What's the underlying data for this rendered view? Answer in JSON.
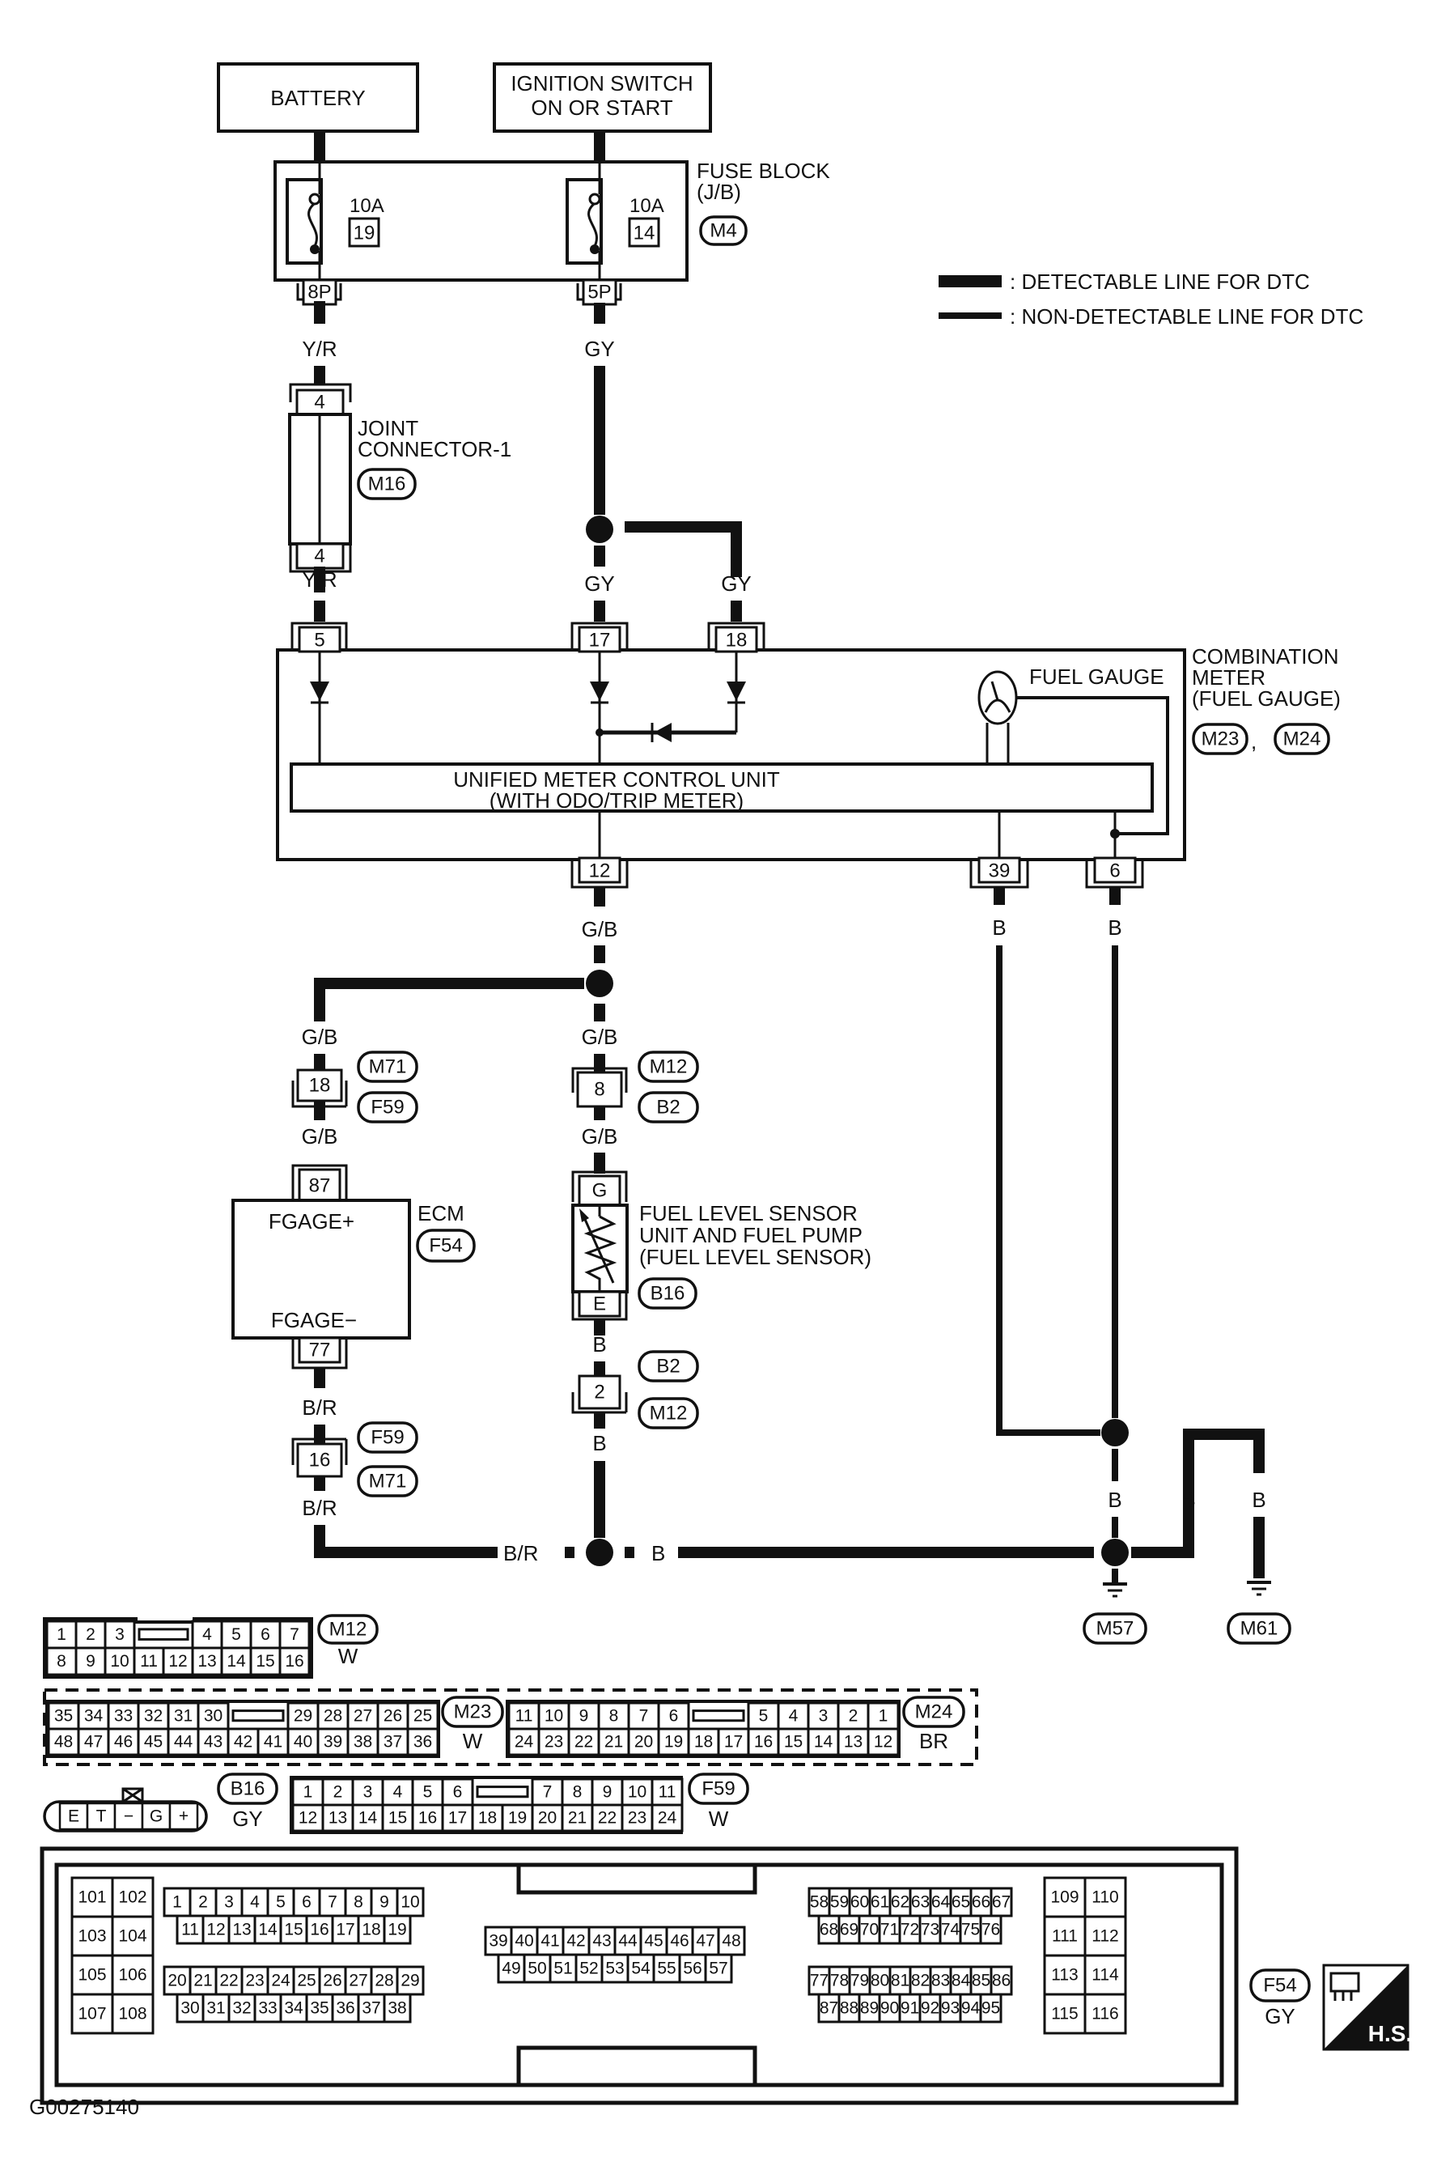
{
  "diagram": {
    "id_label": "G00275140",
    "legend": {
      "detectable": ": DETECTABLE LINE FOR DTC",
      "non_detectable": ": NON-DETECTABLE LINE FOR DTC"
    },
    "battery": "BATTERY",
    "ignition": [
      "IGNITION SWITCH",
      "ON OR START"
    ],
    "fuse_block": {
      "title": [
        "FUSE BLOCK",
        "(J/B)"
      ],
      "connector": "M4",
      "fuse_left": {
        "rating": "10A",
        "number": "19",
        "terminal": "8P"
      },
      "fuse_right": {
        "rating": "10A",
        "number": "14",
        "terminal": "5P"
      }
    },
    "wires": {
      "yr": "Y/R",
      "gy": "GY",
      "gb": "G/B",
      "b": "B",
      "br": "B/R"
    },
    "joint_connector": {
      "title": [
        "JOINT",
        "CONNECTOR-1"
      ],
      "connector": "M16",
      "pin_top": "4",
      "pin_bottom": "4"
    },
    "combination_meter": {
      "title": [
        "COMBINATION",
        "METER",
        "(FUEL GAUGE)"
      ],
      "connectors": [
        "M23",
        "M24"
      ],
      "sep": ",",
      "fuel_gauge": "FUEL GAUGE",
      "unit": [
        "UNIFIED METER CONTROL UNIT",
        "(WITH ODO/TRIP METER)"
      ],
      "pins_top": [
        "5",
        "17",
        "18"
      ],
      "pins_bottom": [
        "12",
        "39",
        "6"
      ]
    },
    "inline_connectors": {
      "m71_f59_top": {
        "pin": "18",
        "upper": "M71",
        "lower": "F59"
      },
      "m12_b2_top": {
        "pin": "8",
        "upper": "M12",
        "lower": "B2"
      },
      "b2_m12_bottom": {
        "pin": "2",
        "upper": "B2",
        "lower": "M12"
      },
      "f59_m71_bottom": {
        "pin": "16",
        "upper": "F59",
        "lower": "M71"
      }
    },
    "ecm": {
      "title": "ECM",
      "connector": "F54",
      "plus": "FGAGE+",
      "minus": "FGAGE−",
      "pin_top": "87",
      "pin_bottom": "77"
    },
    "fuel_sensor": {
      "title": [
        "FUEL LEVEL SENSOR",
        "UNIT AND FUEL PUMP",
        "(FUEL LEVEL SENSOR)"
      ],
      "connector": "B16",
      "pin_top": "G",
      "pin_bottom": "E"
    },
    "grounds": [
      "M57",
      "M61"
    ]
  },
  "connector_views": {
    "m12": {
      "name": "M12",
      "color": "W",
      "row1": [
        "1",
        "2",
        "3",
        "",
        "4",
        "5",
        "6",
        "7"
      ],
      "row2": [
        "8",
        "9",
        "10",
        "11",
        "12",
        "13",
        "14",
        "15",
        "16"
      ]
    },
    "m23": {
      "name": "M23",
      "color": "W",
      "row1": [
        "35",
        "34",
        "33",
        "32",
        "31",
        "30",
        "",
        "29",
        "28",
        "27",
        "26",
        "25"
      ],
      "row2": [
        "48",
        "47",
        "46",
        "45",
        "44",
        "43",
        "42",
        "41",
        "40",
        "39",
        "38",
        "37",
        "36"
      ]
    },
    "m24": {
      "name": "M24",
      "color": "BR",
      "row1": [
        "11",
        "10",
        "9",
        "8",
        "7",
        "6",
        "",
        "5",
        "4",
        "3",
        "2",
        "1"
      ],
      "row2": [
        "24",
        "23",
        "22",
        "21",
        "20",
        "19",
        "18",
        "17",
        "16",
        "15",
        "14",
        "13",
        "12"
      ]
    },
    "b16": {
      "name": "B16",
      "color": "GY",
      "pins": [
        "E",
        "T",
        "−",
        "G",
        "+"
      ]
    },
    "f59": {
      "name": "F59",
      "color": "W",
      "row1": [
        "1",
        "2",
        "3",
        "4",
        "5",
        "6",
        "",
        "7",
        "8",
        "9",
        "10",
        "11"
      ],
      "row2": [
        "12",
        "13",
        "14",
        "15",
        "16",
        "17",
        "18",
        "19",
        "20",
        "21",
        "22",
        "23",
        "24"
      ]
    },
    "f54": {
      "name": "F54",
      "color": "GY",
      "left_block": [
        "101",
        "102",
        "103",
        "104",
        "105",
        "106",
        "107",
        "108"
      ],
      "g1_row1": [
        "1",
        "2",
        "3",
        "4",
        "5",
        "6",
        "7",
        "8",
        "9",
        "10"
      ],
      "g1_row2": [
        "11",
        "12",
        "13",
        "14",
        "15",
        "16",
        "17",
        "18",
        "19"
      ],
      "g2_row1": [
        "20",
        "21",
        "22",
        "23",
        "24",
        "25",
        "26",
        "27",
        "28",
        "29"
      ],
      "g2_row2": [
        "30",
        "31",
        "32",
        "33",
        "34",
        "35",
        "36",
        "37",
        "38"
      ],
      "g3_row1": [
        "39",
        "40",
        "41",
        "42",
        "43",
        "44",
        "45",
        "46",
        "47",
        "48"
      ],
      "g3_row2": [
        "49",
        "50",
        "51",
        "52",
        "53",
        "54",
        "55",
        "56",
        "57"
      ],
      "g4_row1": [
        "58",
        "59",
        "60",
        "61",
        "62",
        "63",
        "64",
        "65",
        "66",
        "67"
      ],
      "g4_row2": [
        "68",
        "69",
        "70",
        "71",
        "72",
        "73",
        "74",
        "75",
        "76"
      ],
      "g5_row1": [
        "77",
        "78",
        "79",
        "80",
        "81",
        "82",
        "83",
        "84",
        "85",
        "86"
      ],
      "g5_row2": [
        "87",
        "88",
        "89",
        "90",
        "91",
        "92",
        "93",
        "94",
        "95"
      ],
      "right_block": [
        "109",
        "110",
        "111",
        "112",
        "113",
        "114",
        "115",
        "116"
      ]
    },
    "hs_badge": "H.S."
  }
}
